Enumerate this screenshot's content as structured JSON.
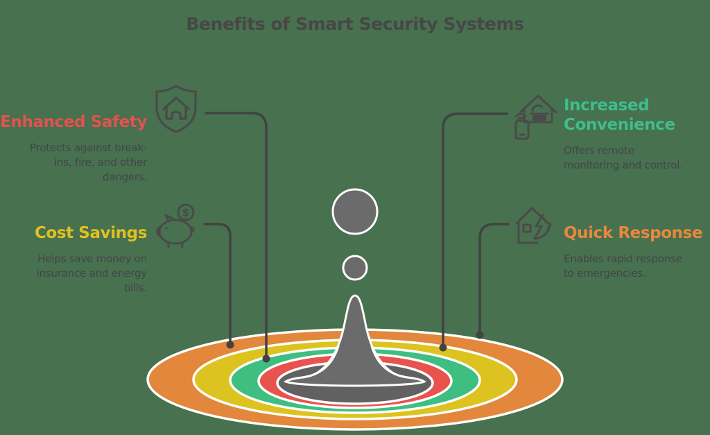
{
  "title": "Benefits of Smart Security Systems",
  "background_color": "#47714F",
  "title_color": "#474747",
  "body_text_color": "#45454A",
  "connector_color": "#424242",
  "coin_symbol": "$",
  "sections": [
    {
      "heading": "Enhanced Safety",
      "heading_color": "#E4524E",
      "icon": "shield-home-icon",
      "body_lines": [
        "Protects against break-",
        "ins, fire, and other",
        "dangers."
      ]
    },
    {
      "heading": "Cost Savings",
      "heading_color": "#DFC120",
      "icon": "piggy-bank-icon",
      "body_lines": [
        "Helps save money on",
        "insurance and energy",
        "bills."
      ]
    },
    {
      "heading": "Increased Convenience",
      "heading_color": "#3EBE8C",
      "icon": "smart-home-remote-icon",
      "body_lines": [
        "Offers remote",
        "monitoring and control."
      ]
    },
    {
      "heading": "Quick Response",
      "heading_color": "#E8883B",
      "icon": "home-lightning-icon",
      "body_lines": [
        "Enables rapid response",
        "to emergencies."
      ]
    }
  ],
  "splash": {
    "ring_colors": {
      "outer_orange": "#E2873B",
      "yellow": "#DCC31F",
      "green": "#3EBE80",
      "red": "#E8534E",
      "center_gray": "#616161"
    },
    "droplet_color": "#6B6B6B",
    "outline_color": "#FFFFFF"
  }
}
